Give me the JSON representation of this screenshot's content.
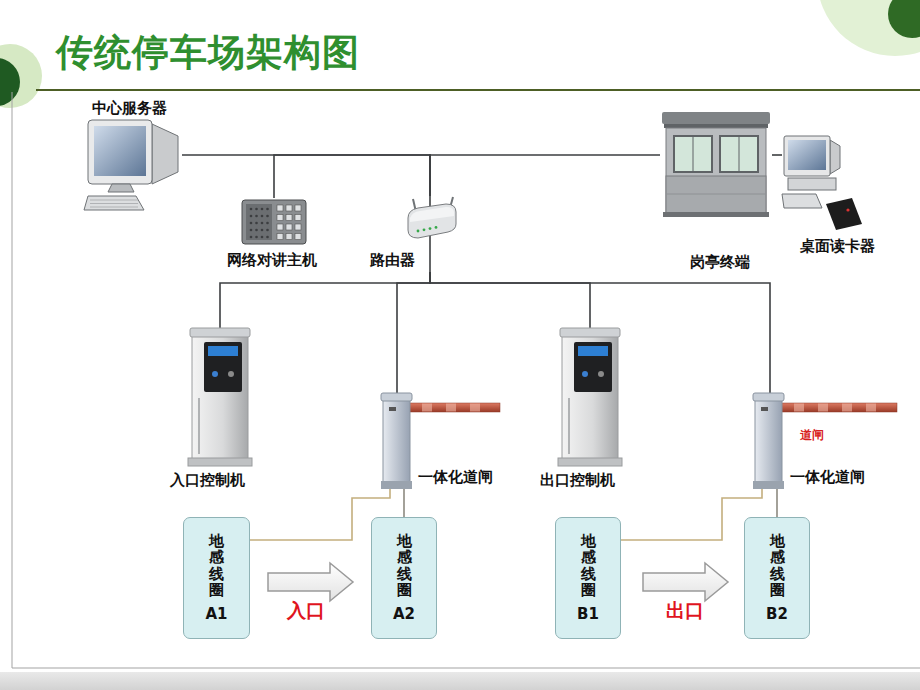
{
  "diagram": {
    "title": "传统停车场架构图",
    "nodes": [
      {
        "text": [
          "中心服务器"
        ]
      },
      {
        "text": [
          "网络对讲主机"
        ]
      },
      {
        "text": [
          "路由器"
        ]
      },
      {
        "text": [
          "岗亭终端"
        ]
      },
      {
        "text": [
          "桌面读卡器"
        ]
      },
      {
        "text": [
          "入口控制机"
        ]
      },
      {
        "text": [
          "一体化道闸"
        ]
      },
      {
        "text": [
          "出口控制机"
        ]
      },
      {
        "text": [
          "一体化道闸"
        ]
      },
      {
        "text": [
          "地感线圈",
          "A1"
        ]
      },
      {
        "text": [
          "地感线圈",
          "A2"
        ]
      },
      {
        "text": [
          "地感线圈",
          "B1"
        ]
      },
      {
        "text": [
          "地感线圈",
          "B2"
        ]
      }
    ],
    "edges": [
      {
        "from": 2,
        "to": 0,
        "arrow": "none"
      },
      {
        "from": 2,
        "to": 1,
        "arrow": "none"
      },
      {
        "from": 2,
        "to": 3,
        "arrow": "none"
      },
      {
        "from": 3,
        "to": 4,
        "arrow": "none"
      },
      {
        "from": 2,
        "to": 5,
        "arrow": "none"
      },
      {
        "from": 2,
        "to": 6,
        "arrow": "none"
      },
      {
        "from": 2,
        "to": 7,
        "arrow": "none"
      },
      {
        "from": 2,
        "to": 8,
        "arrow": "none"
      },
      {
        "from": 9,
        "to": 6,
        "arrow": "none"
      },
      {
        "from": 10,
        "to": 6,
        "arrow": "none"
      },
      {
        "from": 11,
        "to": 8,
        "arrow": "none"
      },
      {
        "from": 12,
        "to": 8,
        "arrow": "none"
      }
    ],
    "labels": [
      "入口",
      "出口",
      "道闸"
    ]
  }
}
